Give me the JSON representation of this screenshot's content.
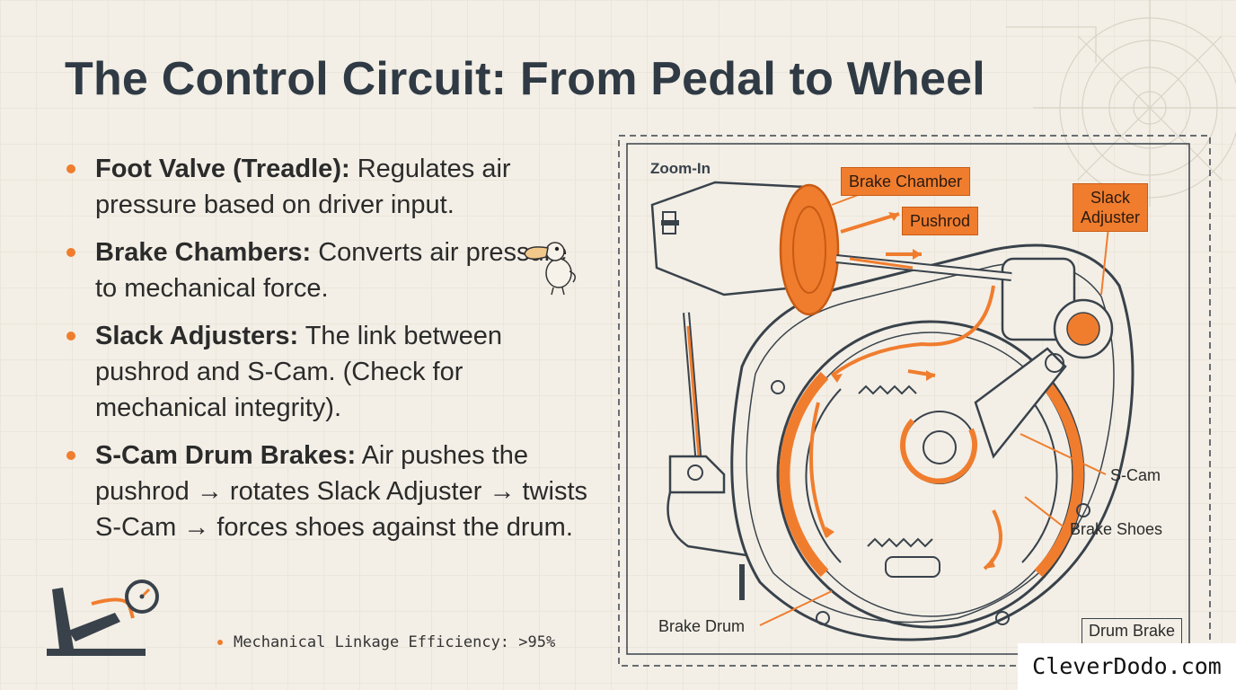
{
  "title": "The Control Circuit: From Pedal to Wheel",
  "bullets": [
    {
      "term": "Foot Valve (Treadle):",
      "text": " Regulates air pressure based on driver input."
    },
    {
      "term": "Brake Chambers:",
      "text": " Converts air pressure to mechanical force."
    },
    {
      "term": "Slack Adjusters:",
      "text": " The link between pushrod and S-Cam. (Check for mechanical integrity)."
    },
    {
      "term": "S-Cam Drum Brakes:",
      "text": " Air pushes the pushrod → rotates Slack Adjuster → twists S-Cam → forces shoes against the drum."
    }
  ],
  "note": "Mechanical Linkage Efficiency: >95%",
  "diagram": {
    "zoom_label": "Zoom-In",
    "callouts": {
      "brake_chamber": "Brake Chamber",
      "pushrod": "Pushrod",
      "slack_adjuster_line1": "Slack",
      "slack_adjuster_line2": "Adjuster",
      "s_cam": "S-Cam",
      "brake_shoes": "Brake Shoes",
      "brake_drum": "Brake Drum"
    },
    "corner_label": "Drum Brake"
  },
  "brand": "CleverDodo.com",
  "icons": [
    "pedal-gauge-icon",
    "dodo-mascot-icon",
    "blueprint-gear-icon"
  ],
  "colors": {
    "accent": "#f07d2e",
    "ink": "#39424b",
    "background": "#f3efe6"
  }
}
